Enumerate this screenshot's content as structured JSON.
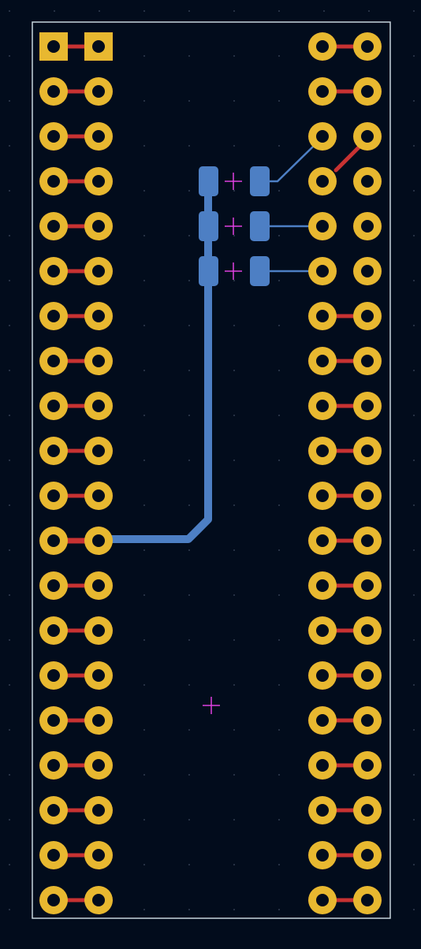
{
  "pcb": {
    "colors": {
      "background": "#020c1c",
      "outline": "#c8d4dc",
      "pad": "#e8b830",
      "pad_hole": "#020c1c",
      "front_copper": "#c83232",
      "back_copper": "#4d7fc4",
      "marker": "#e040e0",
      "grid": "#6a7890"
    },
    "layers": [
      "edge-cuts",
      "front-copper",
      "back-copper",
      "pads",
      "markers"
    ],
    "headers": [
      {
        "name": "left-header",
        "columns": 2,
        "rows": 20,
        "first_pad_square": true
      },
      {
        "name": "right-header",
        "columns": 2,
        "rows": 20,
        "first_pad_square": false
      }
    ],
    "smd_pairs": 3
  }
}
